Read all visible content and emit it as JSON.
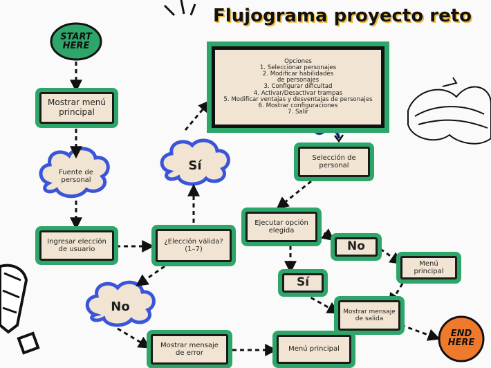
{
  "title": "Flujograma proyecto reto",
  "start": "START HERE",
  "end": "END HERE",
  "nodes": {
    "mostrar_menu": "Mostrar menú principal",
    "fuente_personal": "Fuente de personal",
    "ingresar_eleccion": "Ingresar elección de usuario",
    "eleccion_valida": "¿Elección válida? (1–7)",
    "si_cloud": "Sí",
    "no_cloud": "No",
    "mostrar_error": "Mostrar mensaje de error",
    "menu_principal_bottom": "Menú principal",
    "seleccion_personal": "Selección de personal",
    "ejecutar_opcion": "Ejecutar opción elegida",
    "no_box": "No",
    "si_box": "Sí",
    "menu_principal_right": "Menú principal",
    "mostrar_salida": "Mostrar mensaje de salida"
  },
  "options": {
    "header": "Opciones",
    "items": [
      "1. Seleccionar personajes",
      "2. Modificar habilidades",
      "de personajes",
      "3. Configurar dificultad",
      "4. Activar/Desactivar trampas",
      "5. Modificar ventajas y desventajas de personajes",
      "6. Mostrar configuraciones",
      "7. Salir"
    ]
  },
  "colors": {
    "green": "#2ea66a",
    "cream": "#f1e4d2",
    "blue": "#3a55d8",
    "orange": "#f07a2c",
    "title_shadow": "#f0b93a"
  }
}
